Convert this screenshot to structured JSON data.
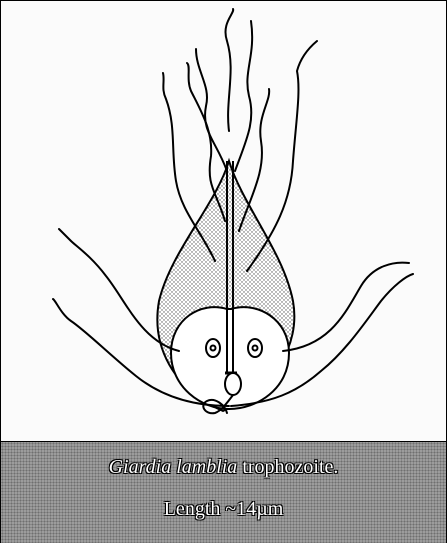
{
  "caption": {
    "species": "Giardia lamblia",
    "stage": " trophozoite.",
    "length": "Length ~14µm"
  },
  "colors": {
    "line": "#000000",
    "stipple": "#cfcfcf",
    "caption_band": "#9c9c9c",
    "caption_text": "#ffffff"
  }
}
